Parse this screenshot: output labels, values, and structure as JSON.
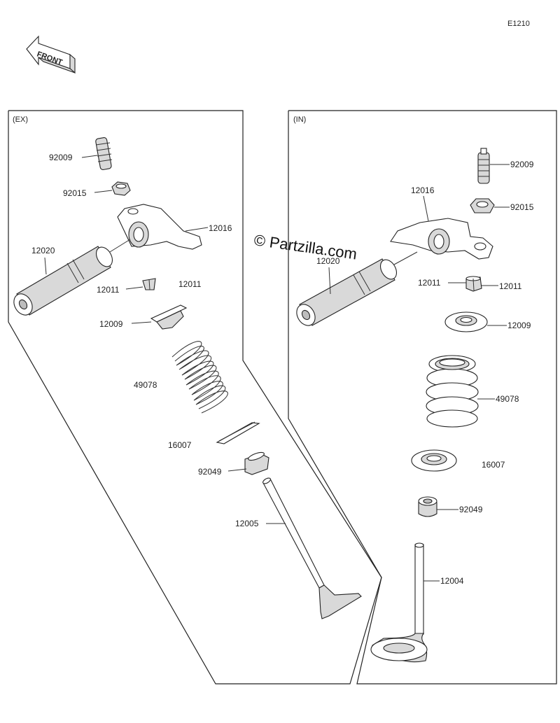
{
  "diagram_id": "E1210",
  "front_label": "FRONT",
  "watermark": "© Partzilla.com",
  "exhaust": {
    "header": "(EX)",
    "labels": {
      "plug": "92009",
      "nut": "92015",
      "rocker_arm": "12016",
      "shaft": "12020",
      "keeper_left": "12011",
      "keeper_right": "12011",
      "retainer": "12009",
      "spring": "49078",
      "seat": "16007",
      "seal": "92049",
      "valve": "12005"
    }
  },
  "intake": {
    "header": "(IN)",
    "labels": {
      "plug": "92009",
      "nut": "92015",
      "rocker_arm": "12016",
      "shaft": "12020",
      "keeper_left": "12011",
      "keeper_right": "12011",
      "retainer": "12009",
      "spring": "49078",
      "seat": "16007",
      "seal": "92049",
      "valve": "12004"
    }
  }
}
